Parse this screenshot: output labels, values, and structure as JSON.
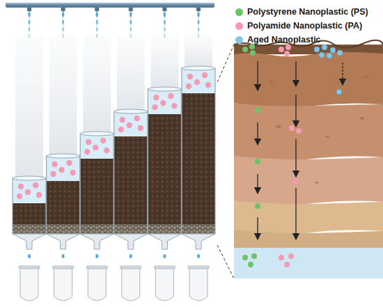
{
  "diagram": {
    "legend": [
      {
        "text": "Polystyrene Nanoplastic (PS)",
        "color": "#6cc36a"
      },
      {
        "text": "Polyamide Nanoplastic (PA)",
        "color": "#f29bb3"
      },
      {
        "text": "Aged Nanoplastic",
        "color": "#86c6e4"
      }
    ]
  }
}
